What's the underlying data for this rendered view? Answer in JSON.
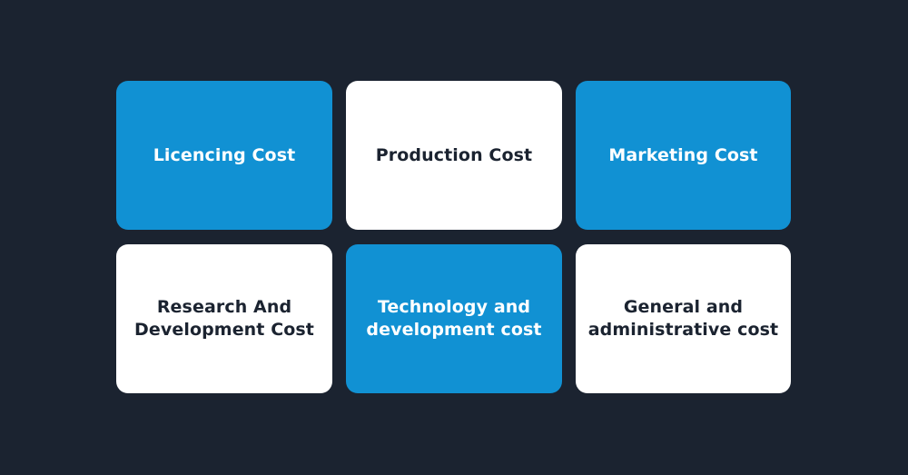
{
  "colors": {
    "background": "#1b2330",
    "accent_blue": "#1191d3",
    "card_white": "#ffffff",
    "dark_text": "#1b2330",
    "light_text": "#ffffff"
  },
  "cards": [
    {
      "label": "Licencing Cost",
      "style": "blue"
    },
    {
      "label": "Production Cost",
      "style": "white"
    },
    {
      "label": "Marketing Cost",
      "style": "blue"
    },
    {
      "label": "Research And\nDevelopment Cost",
      "style": "white"
    },
    {
      "label": "Technology and\ndevelopment cost",
      "style": "blue"
    },
    {
      "label": "General and\nadministrative cost",
      "style": "white"
    }
  ]
}
